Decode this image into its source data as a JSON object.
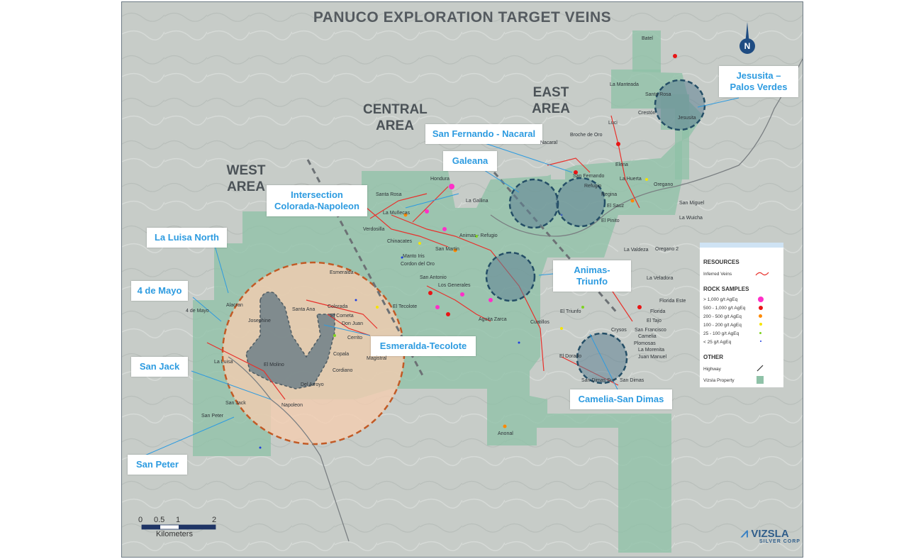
{
  "title": "PANUCO EXPLORATION TARGET VEINS",
  "areas": {
    "central": "CENTRAL\nAREA",
    "east": "EAST\nAREA",
    "west": "WEST\nAREA"
  },
  "callouts": {
    "jesusita": "Jesusita –\nPalos Verdes",
    "san_fernando": "San Fernando - Nacaral",
    "galeana": "Galeana",
    "intersection": "Intersection\nColorada-Napoleon",
    "la_luisa_north": "La Luisa North",
    "cuatro_de_mayo": "4 de Mayo",
    "animas_triunfo": "Animas-Triunfo",
    "esmeralda": "Esmeralda-Tecolote",
    "san_jack": "San Jack",
    "camelia": "Camelia-San Dimas",
    "san_peter": "San Peter"
  },
  "small_labels": {
    "batel": "Batel",
    "la_manteada": "La Manteada",
    "santa_rosa_e": "Santa Rosa",
    "creston": "Crestón",
    "jesusita": "Jesusita",
    "luci": "Luci",
    "broche_de_oro": "Broche de Oro",
    "nacaral": "Nacaral",
    "san_fernando": "San Fernando",
    "elena": "Elena",
    "la_huerta": "La Huerta",
    "refugio_e": "Refugio",
    "regina": "Regina",
    "el_sauz": "El Sauz",
    "oregano": "Oregano",
    "san_miguel": "San Miguel",
    "la_wuicha": "La Wuicha",
    "el_pinito": "El Pinito",
    "la_valdeza": "La Valdeza",
    "oregano_2": "Oregano 2",
    "la_veladora": "La Veladora",
    "florida_este": "Florida Este",
    "florida": "Florida",
    "el_tajo": "El Tajo",
    "san_francisco": "San Francisco",
    "crysos": "Crysos",
    "camelia": "Camelia",
    "plomosas": "Plomosas",
    "la_morenita": "La Morenita",
    "juan_manuel": "Juan Manuel",
    "san_dimas": "San Dimas",
    "san_dimas_sur": "San Dimas Sur",
    "el_dorado": "El Dorado",
    "el_triunfo": "El Triunfo",
    "cuatillos": "Cuatillos",
    "hondura": "Hondura",
    "santa_rosa": "Santa Rosa",
    "la_gallina": "La Gallina",
    "la_munecas": "La Muñecas",
    "verdosilla": "Verdosilla",
    "chinacates": "Chinacates",
    "animas_refugio": "Animas - Refugio",
    "san_martin": "San Martin",
    "manto_iris": "Manto Iris",
    "cordon_del_oro": "Cordon del Oro",
    "san_antonio": "San Antonio",
    "los_generales": "Los Generales",
    "el_tecolote": "El Tecolote",
    "aguita_zarca": "Aguita Zarca",
    "esmeralda": "Esmeralda",
    "anonal": "Anonal",
    "alacran": "Alacran",
    "josephine": "Josephine",
    "santa_ana": "Santa Ana",
    "colorada": "Colorada",
    "el_cometa": "El Cometa",
    "don_juan": "Don Juan",
    "cerrito": "Cerrito",
    "copala": "Copala",
    "cordiano": "Cordiano",
    "magistral": "Magistral",
    "el_molino": "El Molino",
    "del_arroyo": "Del Arroyo",
    "la_luisa": "La Luisa",
    "san_jack": "San Jack",
    "san_peter": "San Peter",
    "napoleon": "Napoleon",
    "cuatro_de_mayo": "4 de Mayo"
  },
  "legend": {
    "resources": "RESOURCES",
    "inferred": "Inferred Veins",
    "rock": "ROCK SAMPLES",
    "r1": "> 1,000 g/t AgEq",
    "r2": "500 - 1,000 g/t AgEq",
    "r3": "200 - 500 g/t AgEq",
    "r4": "100 - 200 g/t AgEq",
    "r5": "25 - 100 g/t AgEq",
    "r6": "< 25 g/t AgEq",
    "other": "OTHER",
    "highway": "Highway",
    "property": "Vizsla Property"
  },
  "scale": {
    "ticks": [
      "0",
      "0.5",
      "1",
      "2"
    ],
    "unit": "Kilometers"
  },
  "north": "N",
  "logo": {
    "name": "VIZSLA",
    "sub": "SILVER CORP"
  },
  "colors": {
    "property": "#8fc2a8",
    "west_circle": "#f4cdb0",
    "vein": "#e8302b",
    "sample_1000": "#ff2fc8",
    "sample_500": "#e81515",
    "sample_200": "#ff8a00",
    "sample_100": "#f5e400",
    "sample_25": "#7ed321",
    "sample_lt25": "#1f3fe0",
    "callout_text": "#2d9be0",
    "target_circle": "#3d6f8c"
  }
}
